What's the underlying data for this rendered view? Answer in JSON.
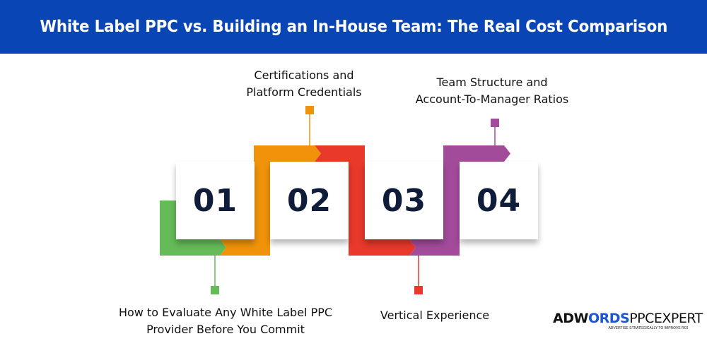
{
  "header": {
    "title": "White Label PPC vs. Building an In-House Team: The Real Cost Comparison"
  },
  "steps": [
    {
      "number": "01",
      "label_line1": "How to Evaluate Any White Label PPC",
      "label_line2": "Provider Before You Commit",
      "color": "#64bb58"
    },
    {
      "number": "02",
      "label_line1": "Certifications and",
      "label_line2": "Platform Credentials",
      "color": "#f0930a"
    },
    {
      "number": "03",
      "label_line1": "Vertical Experience",
      "label_line2": "",
      "color": "#e8392b"
    },
    {
      "number": "04",
      "label_line1": "Team Structure and",
      "label_line2": "Account-To-Manager Ratios",
      "color": "#a24b9a"
    }
  ],
  "logo": {
    "part1": "ADW",
    "part2": "O",
    "part3": "RDS",
    "part4": "PPCEXPERT",
    "tagline": "ADVERTISE STRATEGICALLY TO IMPROVE ROI"
  }
}
